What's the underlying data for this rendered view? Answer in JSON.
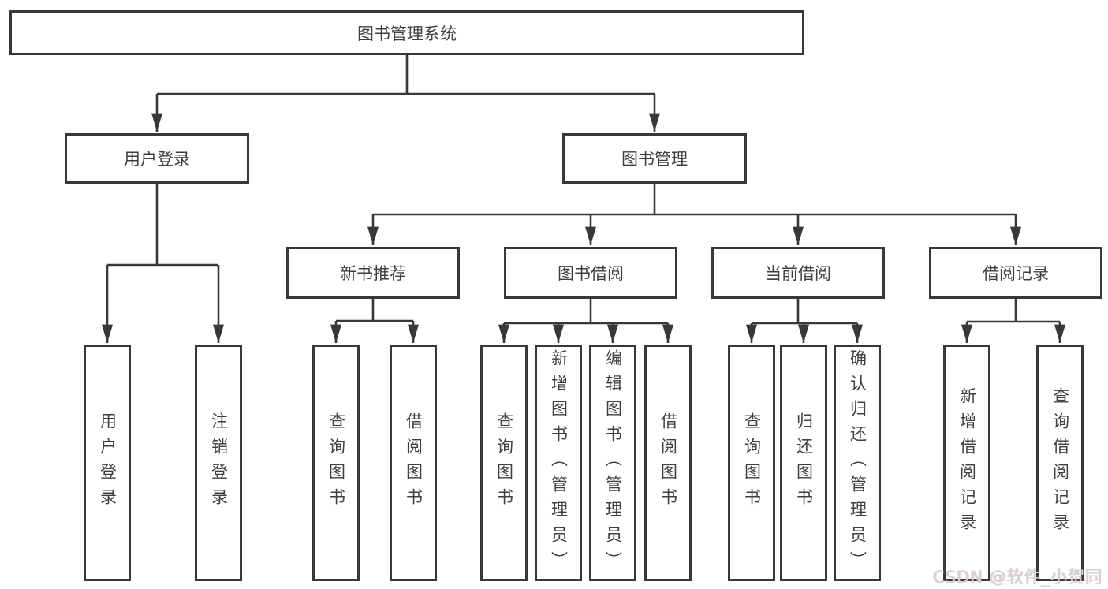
{
  "colors": {
    "line": "#383838",
    "text": "#3f3f3f",
    "bg": "#ffffff",
    "watermark": "#d2d2d2"
  },
  "tree": {
    "label": "图书管理系统",
    "children": [
      {
        "label": "用户登录",
        "children": [
          {
            "label": "用户登录"
          },
          {
            "label": "注销登录"
          }
        ]
      },
      {
        "label": "图书管理",
        "children": [
          {
            "label": "新书推荐",
            "children": [
              {
                "label": "查询图书"
              },
              {
                "label": "借阅图书"
              }
            ]
          },
          {
            "label": "图书借阅",
            "children": [
              {
                "label": "查询图书"
              },
              {
                "label": "新增图书（管理员）"
              },
              {
                "label": "编辑图书（管理员）"
              },
              {
                "label": "借阅图书"
              }
            ]
          },
          {
            "label": "当前借阅",
            "children": [
              {
                "label": "查询图书"
              },
              {
                "label": "归还图书"
              },
              {
                "label": "确认归还（管理员）"
              }
            ]
          },
          {
            "label": "借阅记录",
            "children": [
              {
                "label": "新增借阅记录"
              },
              {
                "label": "查询借阅记录"
              }
            ]
          }
        ]
      }
    ]
  },
  "watermark": {
    "text": "CSDN @软件_小贺同学"
  }
}
